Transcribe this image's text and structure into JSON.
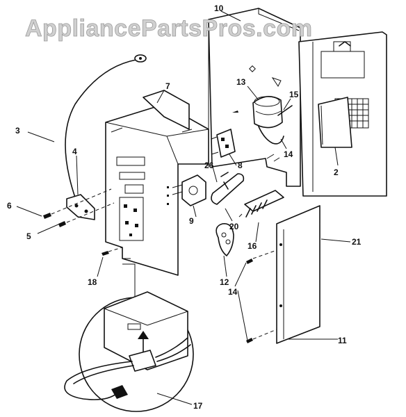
{
  "watermark": "AppliancePartsPros.com",
  "callouts": {
    "c10": "10",
    "c13": "13",
    "c15": "15",
    "c7": "7",
    "c3": "3",
    "c4": "4",
    "c6": "6",
    "c5": "5",
    "c8": "8",
    "c14a": "14",
    "c26": "26",
    "c2": "2",
    "c9": "9",
    "c20": "20",
    "c16": "16",
    "c21": "21",
    "c12": "12",
    "c14b": "14",
    "c18": "18",
    "c11": "11",
    "c17": "17"
  }
}
